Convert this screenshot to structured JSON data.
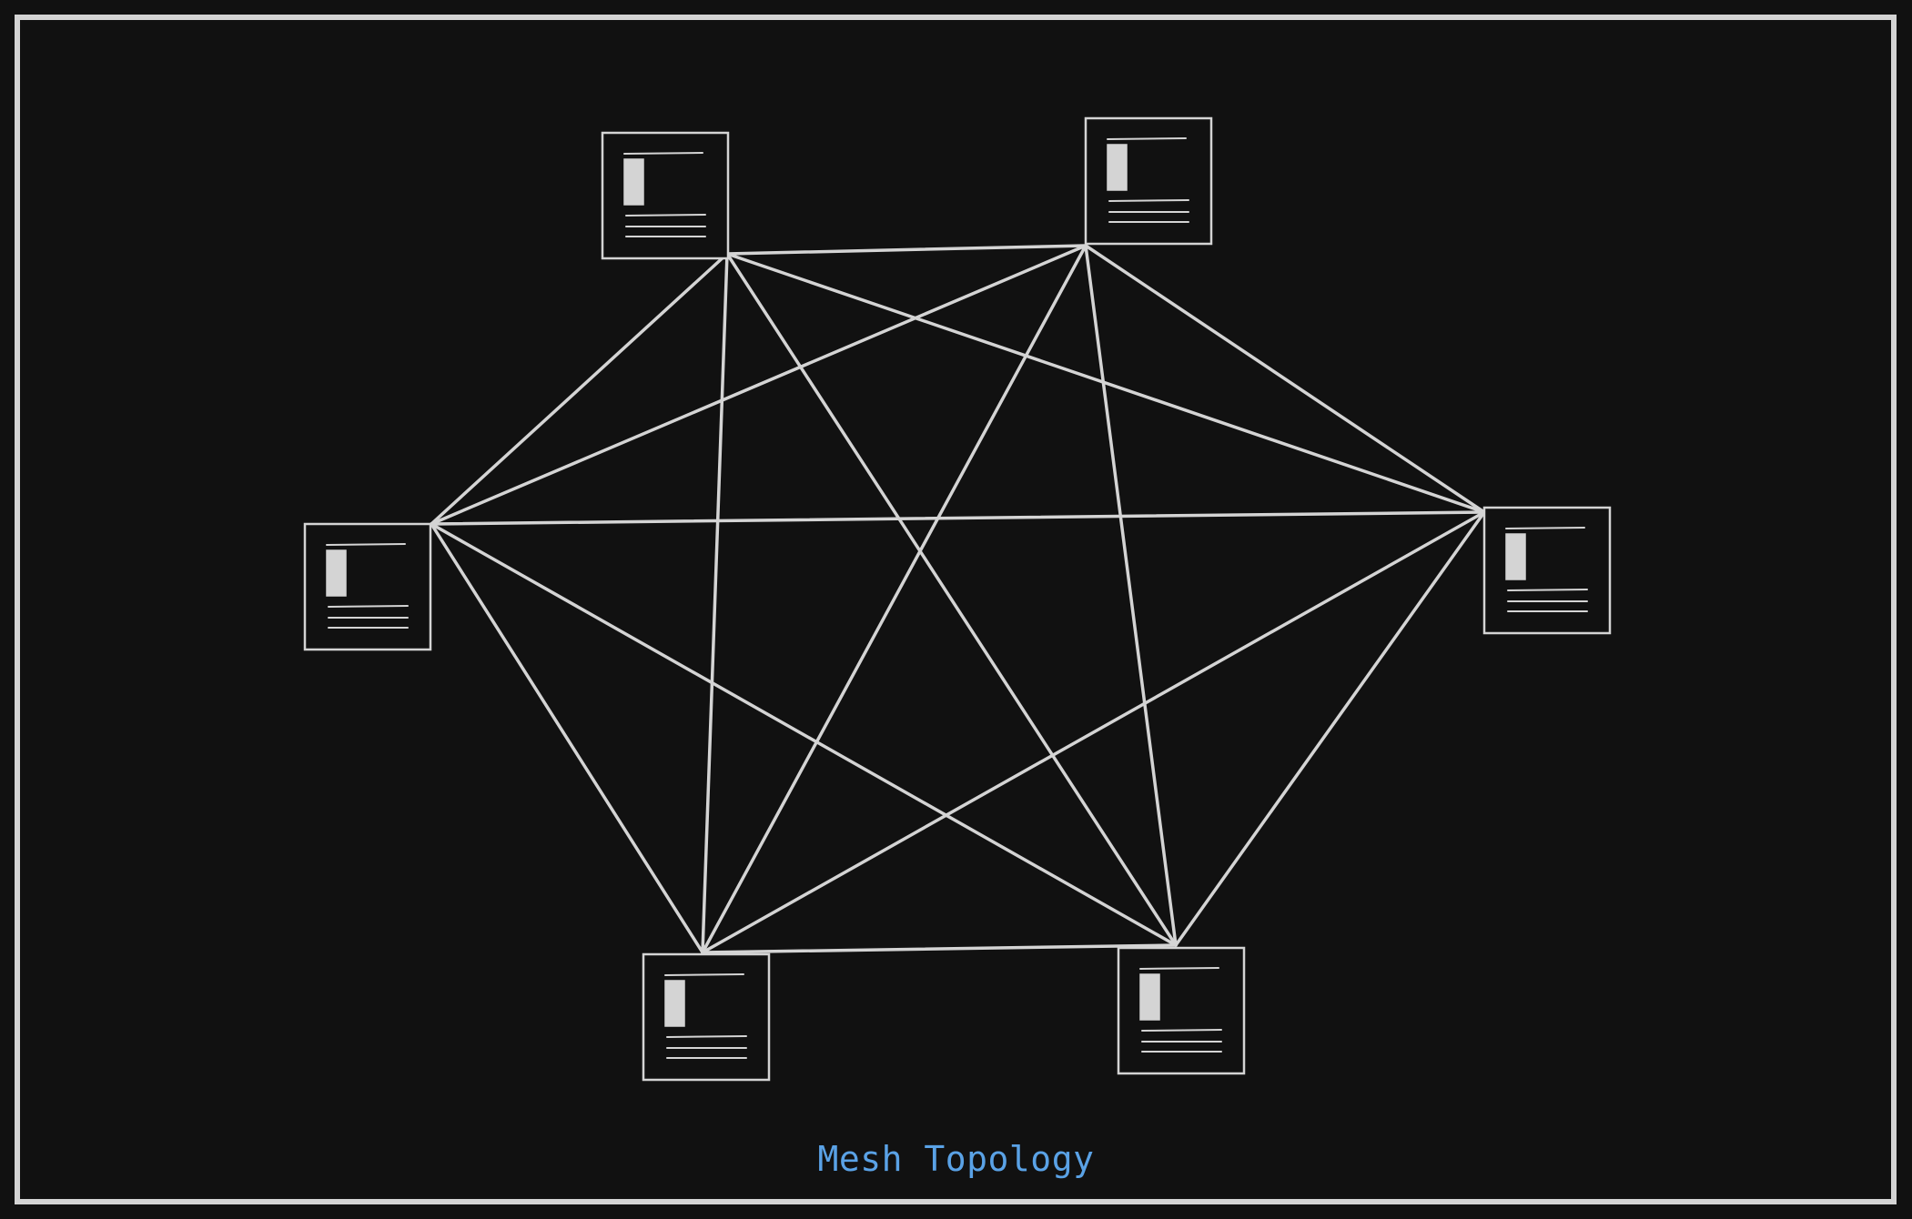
{
  "caption": "Mesh Topology",
  "colors": {
    "background": "#111111",
    "stroke": "#d4d4d4",
    "caption": "#5aa2e6"
  },
  "nodes": [
    {
      "id": "top-left",
      "icon": "computer-icon"
    },
    {
      "id": "top-right",
      "icon": "computer-icon"
    },
    {
      "id": "left",
      "icon": "computer-icon"
    },
    {
      "id": "right",
      "icon": "computer-icon"
    },
    {
      "id": "bottom-left",
      "icon": "computer-icon"
    },
    {
      "id": "bottom-right",
      "icon": "computer-icon"
    }
  ],
  "edges": [
    [
      "top-left",
      "top-right"
    ],
    [
      "top-left",
      "left"
    ],
    [
      "top-left",
      "right"
    ],
    [
      "top-left",
      "bottom-left"
    ],
    [
      "top-left",
      "bottom-right"
    ],
    [
      "top-right",
      "left"
    ],
    [
      "top-right",
      "right"
    ],
    [
      "top-right",
      "bottom-left"
    ],
    [
      "top-right",
      "bottom-right"
    ],
    [
      "left",
      "right"
    ],
    [
      "left",
      "bottom-left"
    ],
    [
      "left",
      "bottom-right"
    ],
    [
      "right",
      "bottom-left"
    ],
    [
      "right",
      "bottom-right"
    ],
    [
      "bottom-left",
      "bottom-right"
    ]
  ]
}
